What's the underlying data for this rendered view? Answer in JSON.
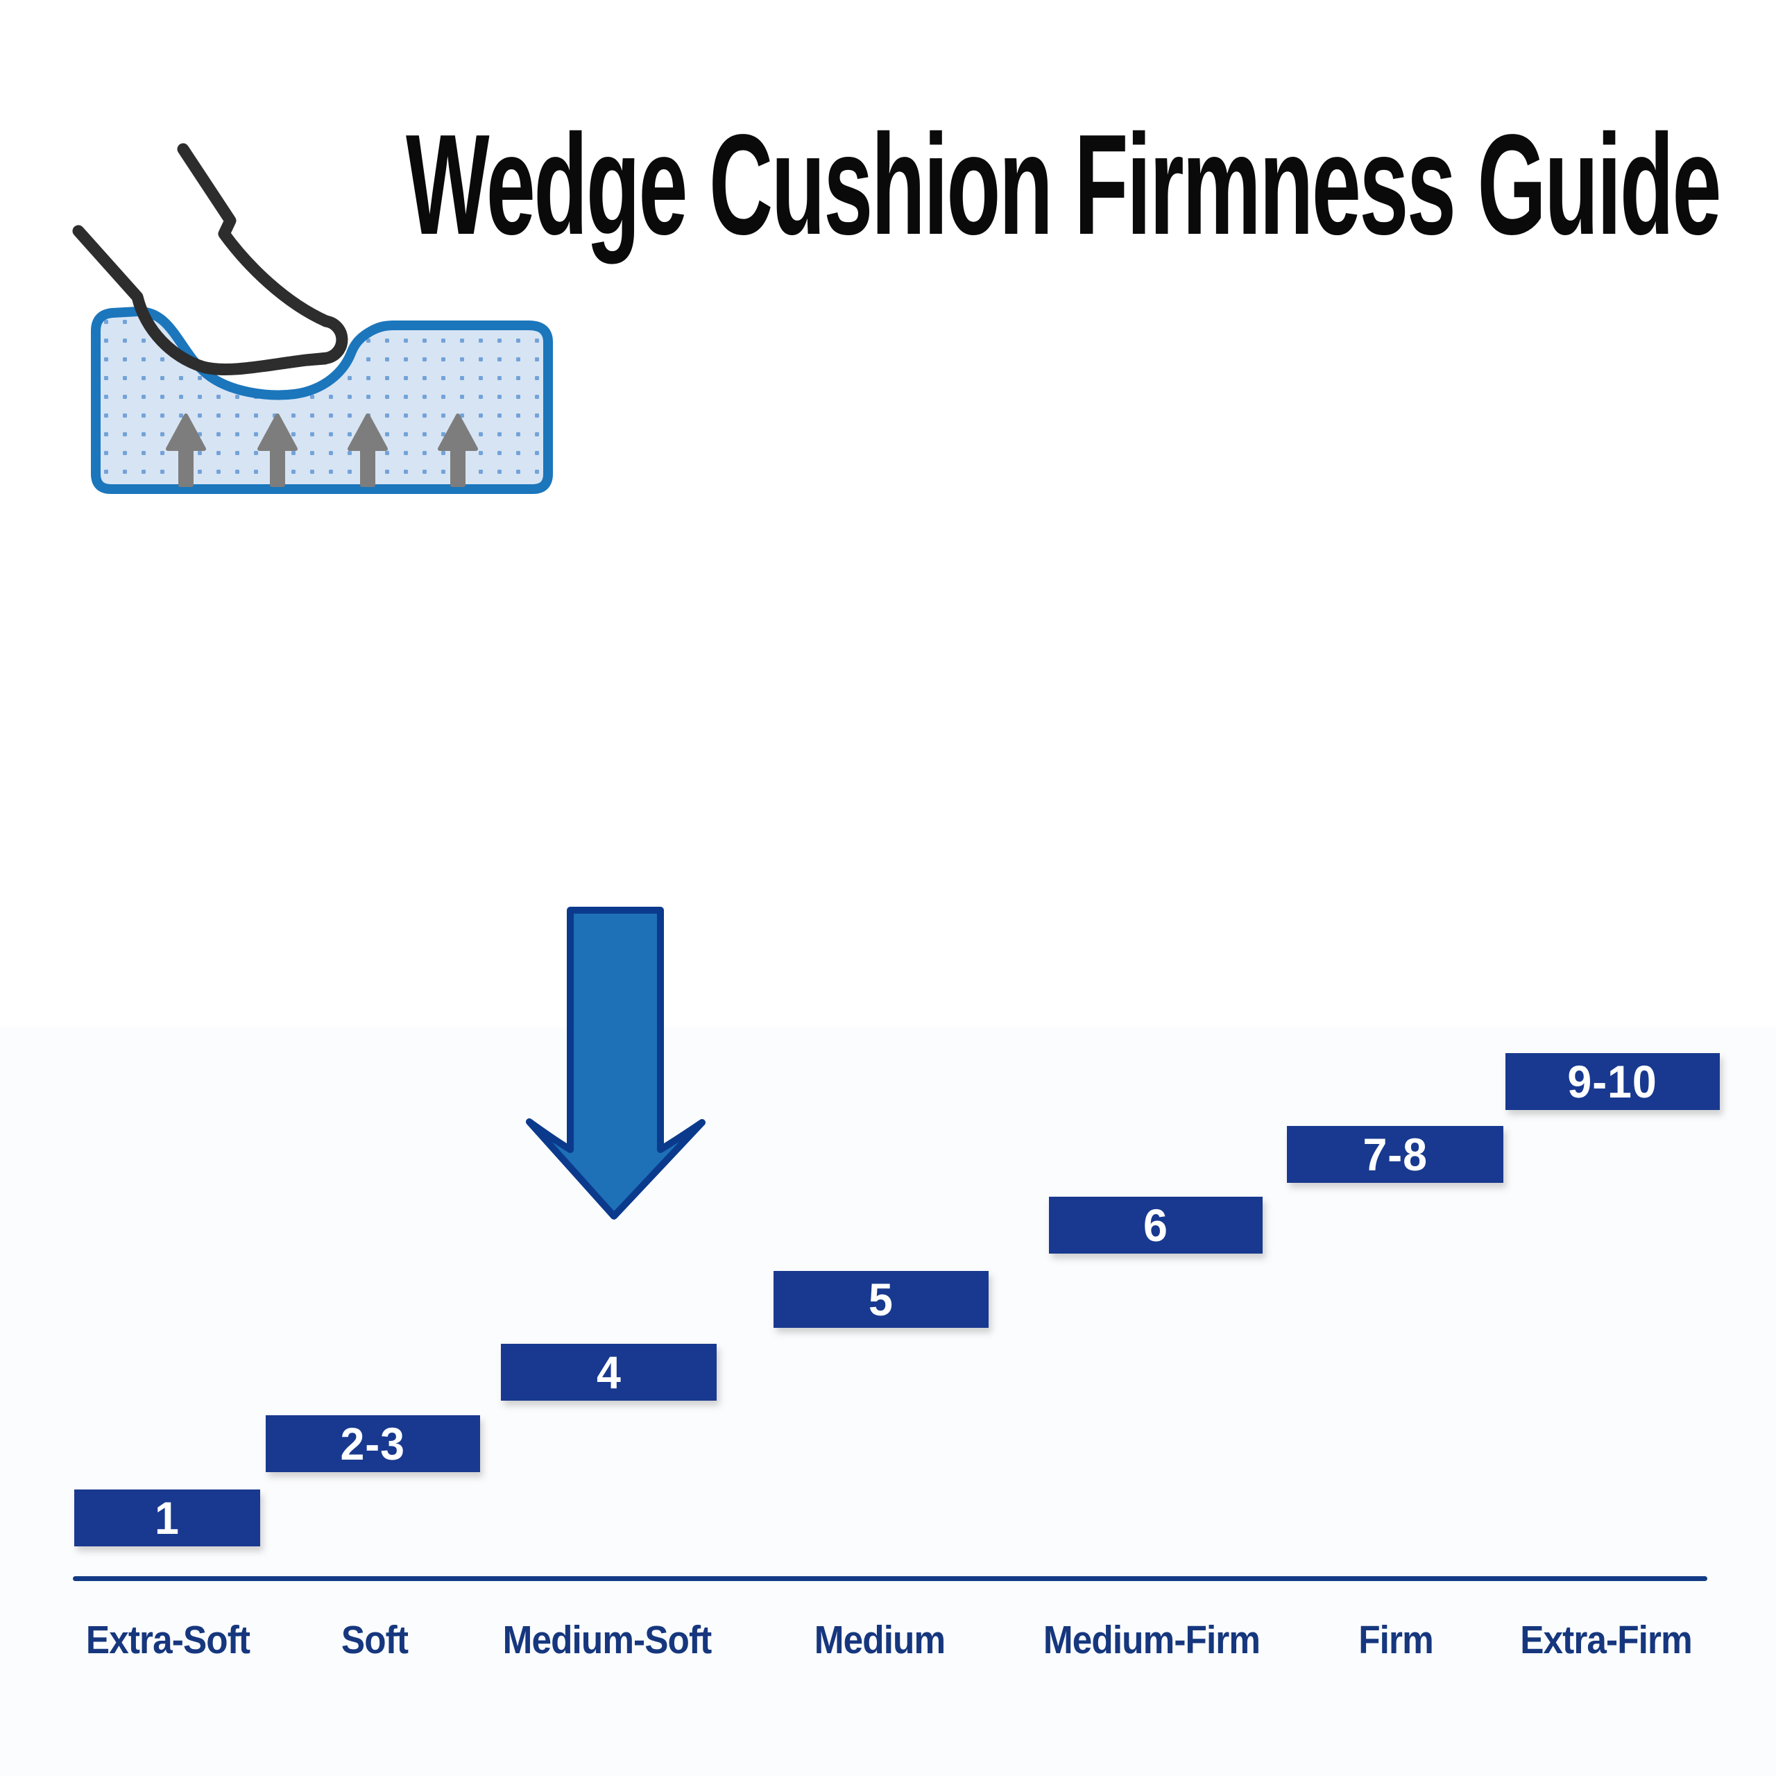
{
  "title": "Wedge Cushion Firmness Guide",
  "icons": {
    "hero": "foot-sinking-into-cushion-icon",
    "pointer": "down-arrow-icon"
  },
  "pointer_arrow": {
    "target_step_label": "4",
    "target_category": "Medium-Soft"
  },
  "chart_data": {
    "type": "bar",
    "subtype": "ascending-step-firmness-scale",
    "title": "Wedge Cushion Firmness Guide",
    "categories": [
      "Extra-Soft",
      "Soft",
      "Medium-Soft",
      "Medium",
      "Medium-Firm",
      "Firm",
      "Extra-Firm"
    ],
    "steps": [
      {
        "label": "1",
        "category": "Extra-Soft",
        "value_min": 1,
        "value_max": 1
      },
      {
        "label": "2-3",
        "category": "Soft",
        "value_min": 2,
        "value_max": 3
      },
      {
        "label": "4",
        "category": "Medium-Soft",
        "value_min": 4,
        "value_max": 4
      },
      {
        "label": "5",
        "category": "Medium",
        "value_min": 5,
        "value_max": 5
      },
      {
        "label": "6",
        "category": "Medium-Firm",
        "value_min": 6,
        "value_max": 6
      },
      {
        "label": "7-8",
        "category": "Firm",
        "value_min": 7,
        "value_max": 8
      },
      {
        "label": "9-10",
        "category": "Extra-Firm",
        "value_min": 9,
        "value_max": 10
      }
    ],
    "scale_range": [
      1,
      10
    ],
    "highlighted_category": "Medium-Soft",
    "legend": "none",
    "axis": {
      "baseline_visible": true,
      "gridlines": false
    },
    "colors": {
      "bar": "#18398F",
      "bar_text": "#FFFFFF",
      "category_label": "#16377E",
      "baseline": "#133A85",
      "pointer_fill": "#1E70B7",
      "pointer_stroke": "#0B3A8C",
      "cushion_stroke": "#1B76BC",
      "cushion_fill": "#D7E4F4",
      "cushion_dots": "#73A3D8",
      "cushion_arrows": "#7D7D7D",
      "foot_outline": "#2D2D2D",
      "title_text": "#0A0A0A"
    }
  }
}
